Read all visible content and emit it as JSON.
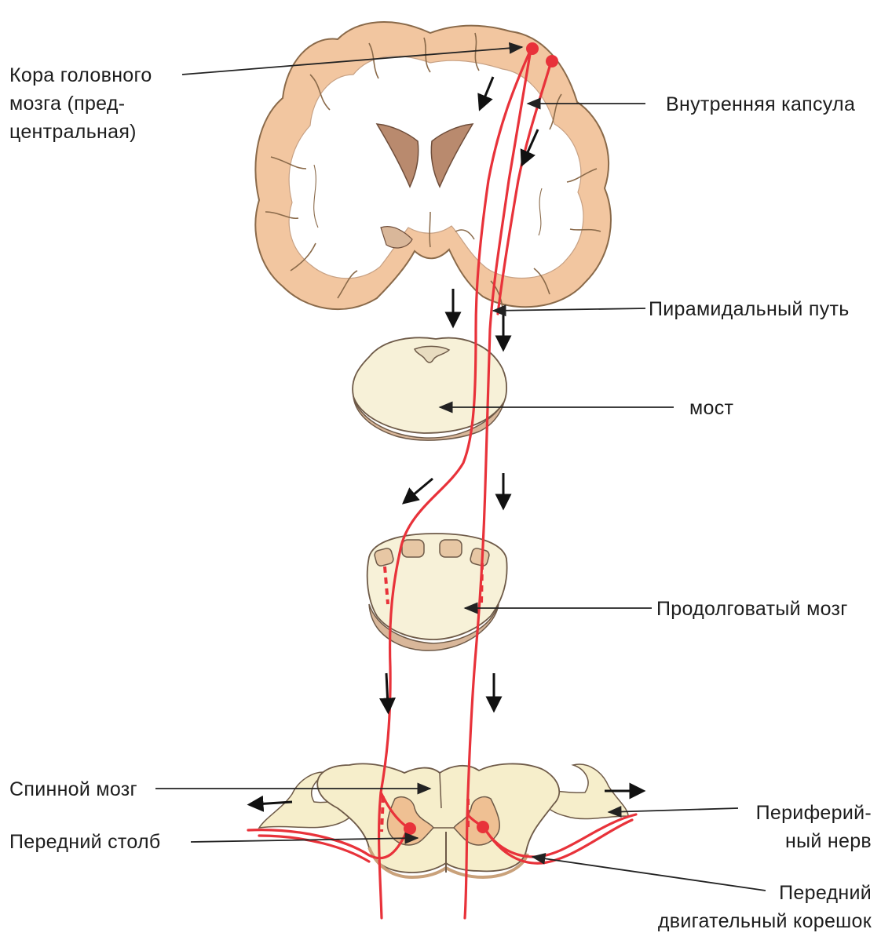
{
  "labels": {
    "cortex": [
      "Кора головного",
      "мозга (пред-",
      "центральная)"
    ],
    "internal_capsule": "Внутренняя капсула",
    "pyramidal_tract": "Пирамидальный путь",
    "pons": "мост",
    "medulla": "Продолговатый мозг",
    "spinal_cord": "Спинной мозг",
    "anterior_column": "Передний столб",
    "peripheral_nerve": [
      "Периферий-",
      "ный нерв"
    ],
    "anterior_root": [
      "Передний",
      "двигательный корешок"
    ]
  },
  "colors": {
    "cortex_grey_matter": "#f2c6a0",
    "cortex_outline": "#8a6a4a",
    "white_matter": "#ffffff",
    "ventricle": "#b98a6e",
    "pons_fill": "#f7f1d8",
    "pons_base": "#d9b79a",
    "medulla_fill": "#f7f1d8",
    "spinal_fill": "#f6eecb",
    "spinal_grey": "#efc093",
    "tract": "#e8323a",
    "neuron": "#e8323a",
    "arrow": "#111111",
    "leader_line": "#222222",
    "text": "#1d1d1d"
  }
}
